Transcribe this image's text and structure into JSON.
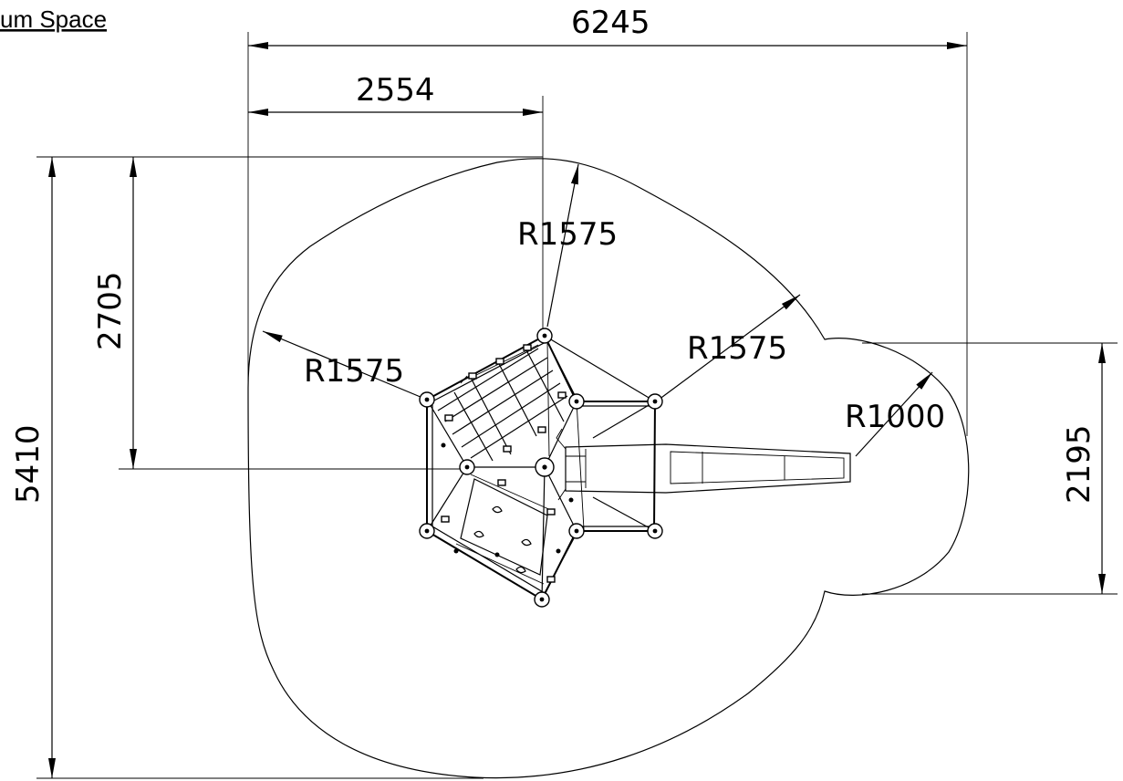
{
  "title": "um Space",
  "dimensions": {
    "overall_width": "6245",
    "offset_width": "2554",
    "overall_height": "5410",
    "partial_height": "2705",
    "slide_zone_height": "2195"
  },
  "radii": {
    "top": "R1575",
    "left": "R1575",
    "right": "R1575",
    "slide_end": "R1000"
  }
}
